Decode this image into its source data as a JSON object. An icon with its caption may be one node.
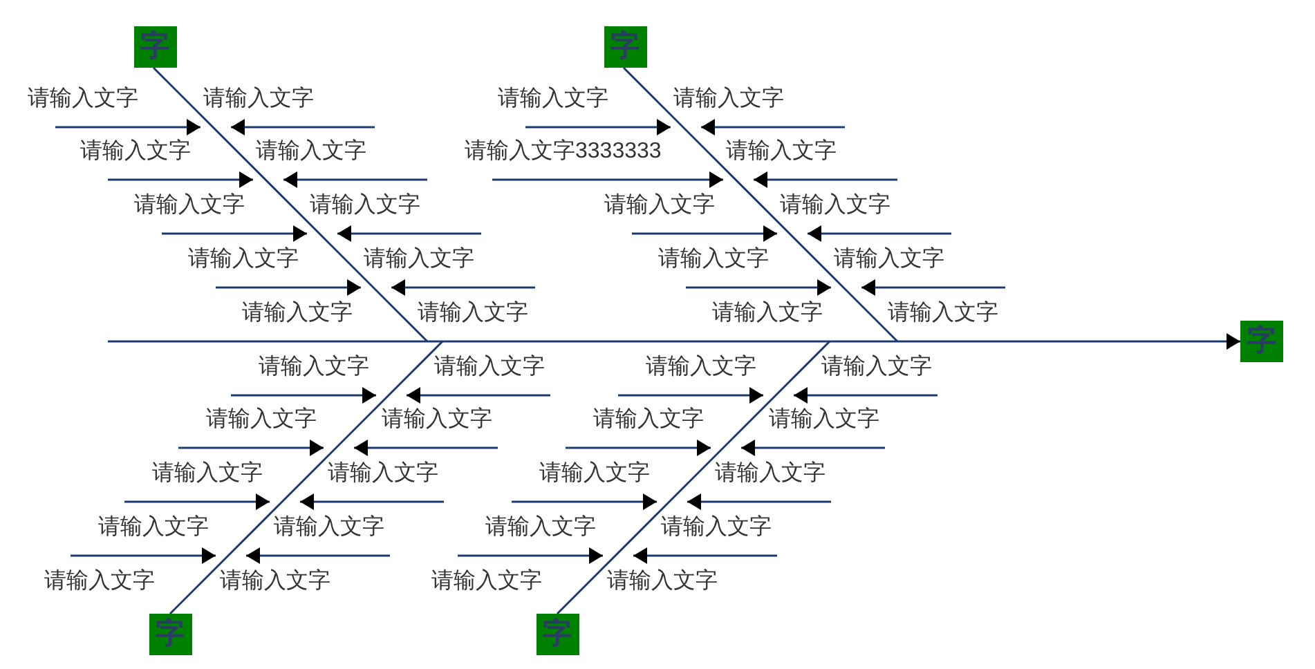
{
  "diagram": {
    "nodes": [
      {
        "text": [
          "字"
        ]
      },
      {
        "text": [
          "字"
        ]
      },
      {
        "text": [
          "字"
        ]
      },
      {
        "text": [
          "字"
        ]
      },
      {
        "text": [
          "字"
        ]
      }
    ],
    "edges": [
      {
        "from": null,
        "to": 2,
        "arrow": "to"
      },
      {
        "from": 0,
        "to": null,
        "arrow": "none"
      },
      {
        "from": 1,
        "to": null,
        "arrow": "none"
      },
      {
        "from": 3,
        "to": null,
        "arrow": "none"
      },
      {
        "from": 4,
        "to": null,
        "arrow": "none"
      }
    ],
    "labels": [
      "请输入文字",
      "请输入文字",
      "请输入文字",
      "请输入文字",
      "请输入文字",
      "请输入文字",
      "请输入文字",
      "请输入文字",
      "请输入文字",
      "请输入文字",
      "请输入文字",
      "请输入文字",
      "请输入文字3333333",
      "请输入文字",
      "请输入文字",
      "请输入文字",
      "请输入文字",
      "请输入文字",
      "请输入文字",
      "请输入文字",
      "请输入文字",
      "请输入文字",
      "请输入文字",
      "请输入文字",
      "请输入文字",
      "请输入文字",
      "请输入文字",
      "请输入文字",
      "请输入文字",
      "请输入文字",
      "请输入文字",
      "请输入文字",
      "请输入文字",
      "请输入文字",
      "请输入文字",
      "请输入文字",
      "请输入文字",
      "请输入文字",
      "请输入文字",
      "请输入文字"
    ]
  }
}
